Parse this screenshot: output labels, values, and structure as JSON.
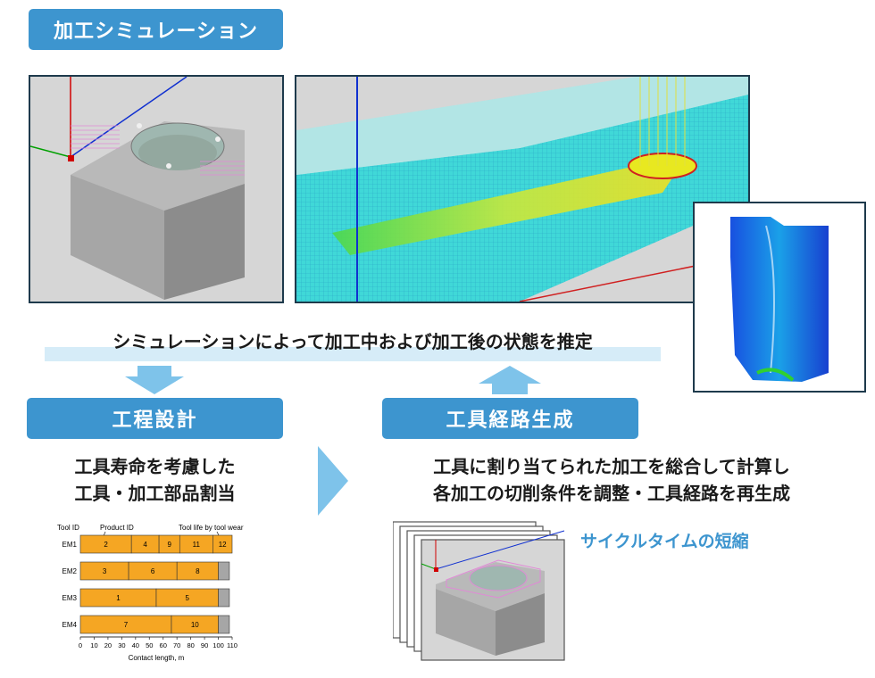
{
  "title": "加工シミュレーション",
  "simulation_caption": "シミュレーションによって加工中および加工後の状態を推定",
  "steps": {
    "process_design": {
      "label": "工程設計",
      "desc_line1": "工具寿命を考慮した",
      "desc_line2": "工具・加工部品割当"
    },
    "toolpath_generation": {
      "label": "工具経路生成",
      "desc_line1": "工具に割り当てられた加工を総合して計算し",
      "desc_line2": "各加工の切削条件を調整・工具経路を再生成"
    }
  },
  "cycle_time": "サイクルタイムの短縮",
  "chart_data": {
    "type": "bar",
    "orientation": "horizontal-stacked",
    "labels": {
      "tool_id": "Tool ID",
      "product_id": "Product ID",
      "tool_life": "Tool life by tool wear",
      "xlabel": "Contact length, m"
    },
    "xlim": [
      0,
      110
    ],
    "xticks": [
      0,
      10,
      20,
      30,
      40,
      50,
      60,
      70,
      80,
      90,
      100,
      110
    ],
    "tool_life_limit": 100,
    "tools": [
      {
        "name": "EM1",
        "segments": [
          {
            "id": "2",
            "start": 0,
            "end": 37
          },
          {
            "id": "4",
            "start": 37,
            "end": 57
          },
          {
            "id": "9",
            "start": 57,
            "end": 72
          },
          {
            "id": "11",
            "start": 72,
            "end": 96
          },
          {
            "id": "12",
            "start": 96,
            "end": 112
          }
        ]
      },
      {
        "name": "EM2",
        "segments": [
          {
            "id": "3",
            "start": 0,
            "end": 35
          },
          {
            "id": "6",
            "start": 35,
            "end": 70
          },
          {
            "id": "8",
            "start": 70,
            "end": 100
          }
        ]
      },
      {
        "name": "EM3",
        "segments": [
          {
            "id": "1",
            "start": 0,
            "end": 55
          },
          {
            "id": "5",
            "start": 55,
            "end": 100
          }
        ]
      },
      {
        "name": "EM4",
        "segments": [
          {
            "id": "7",
            "start": 0,
            "end": 66
          },
          {
            "id": "10",
            "start": 66,
            "end": 100
          }
        ]
      }
    ],
    "colors": {
      "bar": "#f5a623",
      "remaining": "#a6a6a6",
      "edge": "#333333"
    }
  }
}
